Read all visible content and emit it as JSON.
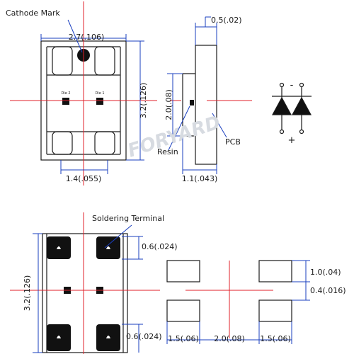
{
  "labels": {
    "cathode_mark": "Cathode Mark",
    "soldering_terminal": "Soldering  Terminal",
    "resin": "Resin",
    "pcb": "PCB",
    "die2": "Die 2",
    "die1": "Die 1",
    "plus": "+",
    "minus": "-"
  },
  "watermark": "FORYARD",
  "dimensions": {
    "top_width": "2.7(.106)",
    "side_thickness": "0.5(.02)",
    "top_height": "3.2(.126)",
    "side_height": "2.0(.08)",
    "bottom_width": "1.4(.055)",
    "side_width": "1.1(.043)",
    "pad_top_height": "0.6(.024)",
    "bottom_height": "3.2(.126)",
    "pad_bottom_height": "0.6(.024)",
    "pcb_pad_h": "1.0(.04)",
    "pcb_gap": "0.4(.016)",
    "pcb_left": "1.5(.06)",
    "pcb_mid": "2.0(.08)",
    "pcb_right": "1.5(.06)"
  },
  "colors": {
    "outline": "#1a1a1a",
    "dimension": "#1a3fbf",
    "centerline": "#e0202a",
    "pad": "#111111"
  }
}
